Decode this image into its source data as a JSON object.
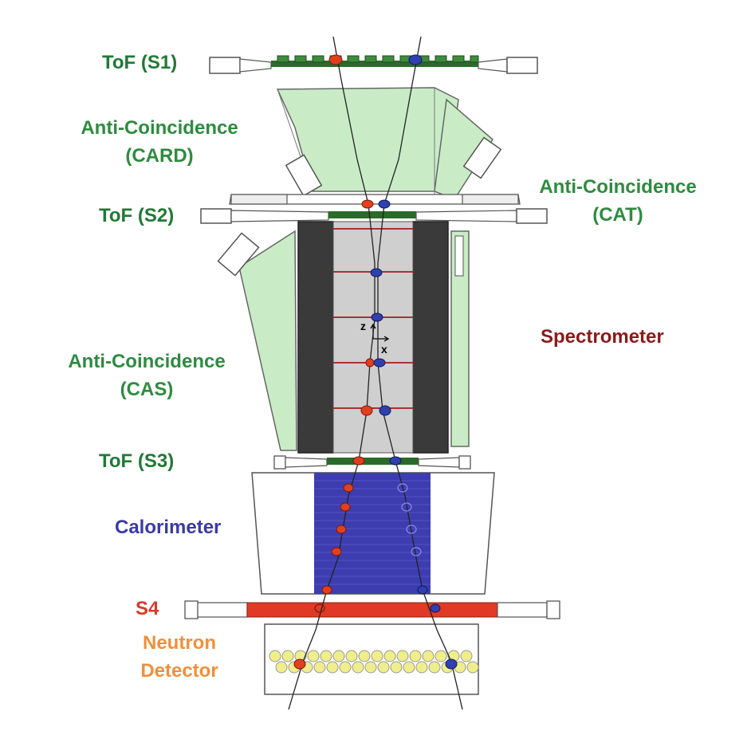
{
  "labels": {
    "tof_s1": "ToF (S1)",
    "anti_card_line1": "Anti-Coincidence",
    "anti_card_line2": "(CARD)",
    "anti_cat_line1": "Anti-Coincidence",
    "anti_cat_line2": "(CAT)",
    "tof_s2": "ToF (S2)",
    "spectrometer": "Spectrometer",
    "anti_cas_line1": "Anti-Coincidence",
    "anti_cas_line2": "(CAS)",
    "tof_s3": "ToF (S3)",
    "calorimeter": "Calorimeter",
    "s4": "S4",
    "neutron_line1": "Neutron",
    "neutron_line2": "Detector",
    "axis_z": "z",
    "axis_x": "x"
  },
  "colors": {
    "tof_label": "#1f7a35",
    "anti_label": "#2e8b3f",
    "spectrometer_label": "#8b1a1a",
    "calorimeter_label": "#3a3aa8",
    "s4_label": "#d93a2a",
    "neutron_label": "#f0903a",
    "anti_panel_fill": "#c9ecc7",
    "magnet_dark": "#3a3a3a",
    "magnet_bore": "#cfcfcf",
    "tracker_plane": "#a83232",
    "calorimeter_fill": "#3d3db0",
    "s4_bar": "#e03a26",
    "neutron_tube": "#f0ee8a",
    "tof_paddle": "#2a6a2a",
    "particle_negative": "#e04020",
    "particle_positive": "#3040b0"
  }
}
